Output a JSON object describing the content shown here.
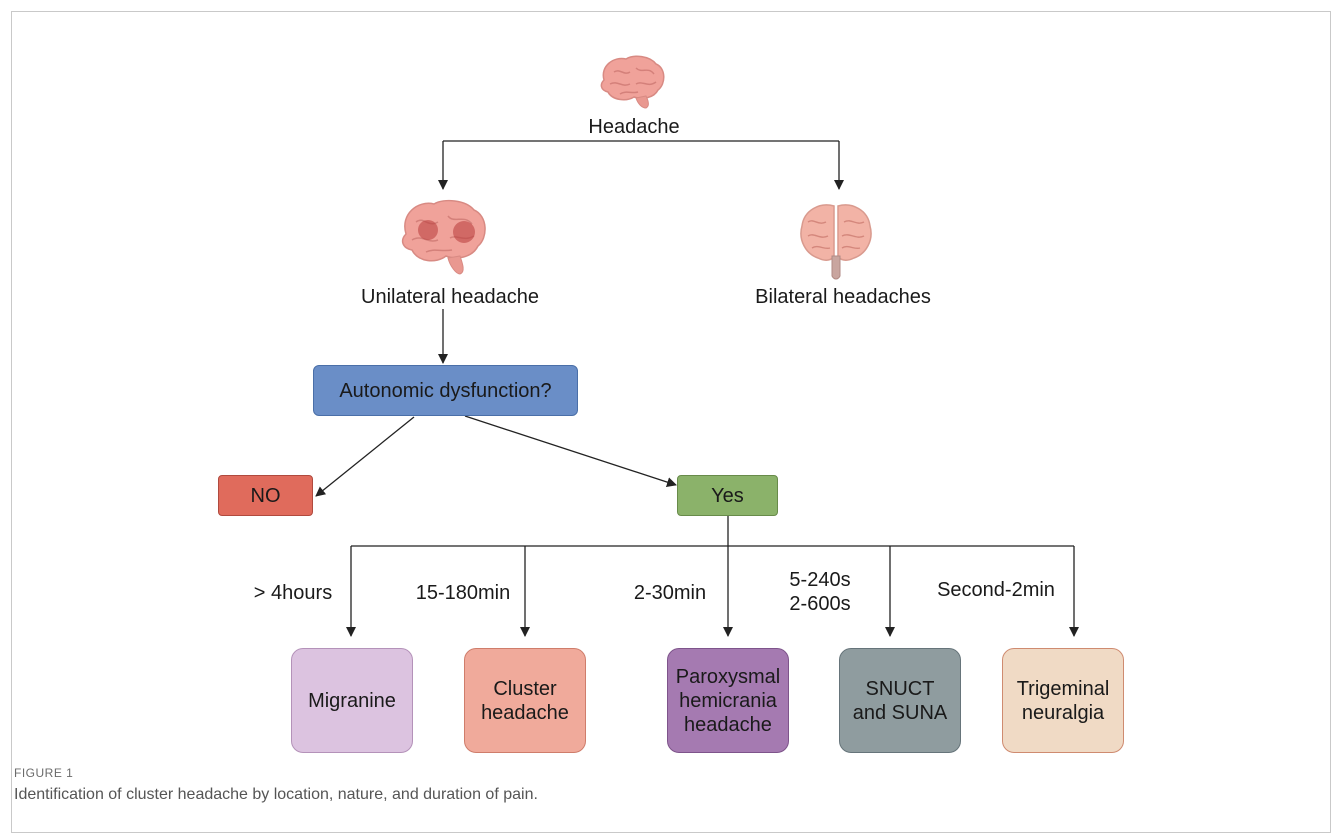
{
  "root": {
    "label": "Headache",
    "icon": "brain-icon"
  },
  "branches": {
    "left": {
      "label": "Unilateral headache",
      "icon": "brain-pain-icon"
    },
    "right": {
      "label": "Bilateral headaches",
      "icon": "brain-front-icon"
    }
  },
  "question": {
    "label": "Autonomic dysfunction?",
    "color": "#6a8ec7"
  },
  "answers": {
    "no": {
      "label": "NO",
      "color": "#e06b5c"
    },
    "yes": {
      "label": "Yes",
      "color": "#8bb26a"
    }
  },
  "durations": [
    {
      "label": "> 4hours"
    },
    {
      "label": "15-180min"
    },
    {
      "label": "2-30min"
    },
    {
      "label": "5-240s\n2-600s"
    },
    {
      "label": "Second-2min"
    }
  ],
  "outcomes": [
    {
      "label": "Migranine",
      "color": "#dcc3e0"
    },
    {
      "label": "Cluster\nheadache",
      "color": "#f0aa9b"
    },
    {
      "label": "Paroxysmal\nhemicrania\nheadache",
      "color": "#a57ab1"
    },
    {
      "label": "SNUCT\nand SUNA",
      "color": "#8f9c9f"
    },
    {
      "label": "Trigeminal\nneuralgia",
      "color": "#f0dac5"
    }
  ],
  "caption": {
    "tag": "FIGURE 1",
    "text": "Identification of cluster headache by location, nature, and duration of pain."
  }
}
